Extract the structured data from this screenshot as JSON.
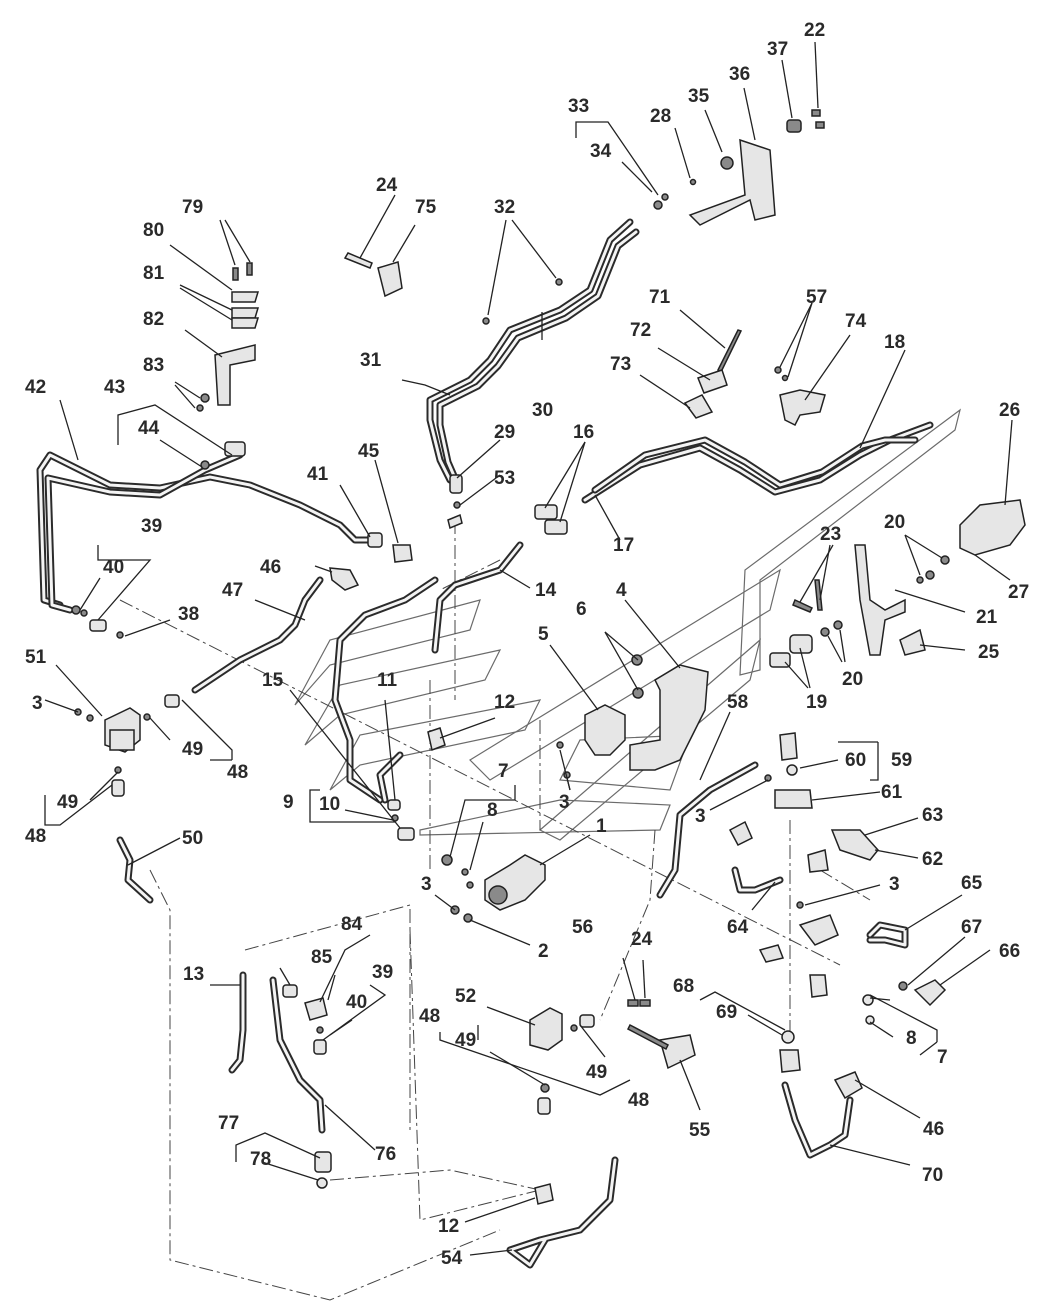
{
  "callouts": [
    {
      "id": "c1",
      "text": "1"
    },
    {
      "id": "c2",
      "text": "2"
    },
    {
      "id": "c3a",
      "text": "3"
    },
    {
      "id": "c3b",
      "text": "3"
    },
    {
      "id": "c3c",
      "text": "3"
    },
    {
      "id": "c3d",
      "text": "3"
    },
    {
      "id": "c3e",
      "text": "3"
    },
    {
      "id": "c4",
      "text": "4"
    },
    {
      "id": "c5",
      "text": "5"
    },
    {
      "id": "c6",
      "text": "6"
    },
    {
      "id": "c7a",
      "text": "7"
    },
    {
      "id": "c7b",
      "text": "7"
    },
    {
      "id": "c8a",
      "text": "8"
    },
    {
      "id": "c8b",
      "text": "8"
    },
    {
      "id": "c9",
      "text": "9"
    },
    {
      "id": "c10",
      "text": "10"
    },
    {
      "id": "c11",
      "text": "11"
    },
    {
      "id": "c12a",
      "text": "12"
    },
    {
      "id": "c12b",
      "text": "12"
    },
    {
      "id": "c13",
      "text": "13"
    },
    {
      "id": "c14",
      "text": "14"
    },
    {
      "id": "c15",
      "text": "15"
    },
    {
      "id": "c16",
      "text": "16"
    },
    {
      "id": "c17",
      "text": "17"
    },
    {
      "id": "c18",
      "text": "18"
    },
    {
      "id": "c19",
      "text": "19"
    },
    {
      "id": "c20a",
      "text": "20"
    },
    {
      "id": "c20b",
      "text": "20"
    },
    {
      "id": "c21",
      "text": "21"
    },
    {
      "id": "c22",
      "text": "22"
    },
    {
      "id": "c23",
      "text": "23"
    },
    {
      "id": "c24a",
      "text": "24"
    },
    {
      "id": "c24b",
      "text": "24"
    },
    {
      "id": "c25",
      "text": "25"
    },
    {
      "id": "c26",
      "text": "26"
    },
    {
      "id": "c27",
      "text": "27"
    },
    {
      "id": "c28",
      "text": "28"
    },
    {
      "id": "c29",
      "text": "29"
    },
    {
      "id": "c30",
      "text": "30"
    },
    {
      "id": "c31",
      "text": "31"
    },
    {
      "id": "c32",
      "text": "32"
    },
    {
      "id": "c33",
      "text": "33"
    },
    {
      "id": "c34",
      "text": "34"
    },
    {
      "id": "c35",
      "text": "35"
    },
    {
      "id": "c36",
      "text": "36"
    },
    {
      "id": "c37",
      "text": "37"
    },
    {
      "id": "c38",
      "text": "38"
    },
    {
      "id": "c39a",
      "text": "39"
    },
    {
      "id": "c39b",
      "text": "39"
    },
    {
      "id": "c40a",
      "text": "40"
    },
    {
      "id": "c40b",
      "text": "40"
    },
    {
      "id": "c41",
      "text": "41"
    },
    {
      "id": "c42",
      "text": "42"
    },
    {
      "id": "c43",
      "text": "43"
    },
    {
      "id": "c44",
      "text": "44"
    },
    {
      "id": "c45",
      "text": "45"
    },
    {
      "id": "c46a",
      "text": "46"
    },
    {
      "id": "c46b",
      "text": "46"
    },
    {
      "id": "c47",
      "text": "47"
    },
    {
      "id": "c48a",
      "text": "48"
    },
    {
      "id": "c48b",
      "text": "48"
    },
    {
      "id": "c48c",
      "text": "48"
    },
    {
      "id": "c48d",
      "text": "48"
    },
    {
      "id": "c49a",
      "text": "49"
    },
    {
      "id": "c49b",
      "text": "49"
    },
    {
      "id": "c49c",
      "text": "49"
    },
    {
      "id": "c49d",
      "text": "49"
    },
    {
      "id": "c50",
      "text": "50"
    },
    {
      "id": "c51",
      "text": "51"
    },
    {
      "id": "c52",
      "text": "52"
    },
    {
      "id": "c53",
      "text": "53"
    },
    {
      "id": "c54",
      "text": "54"
    },
    {
      "id": "c55",
      "text": "55"
    },
    {
      "id": "c56",
      "text": "56"
    },
    {
      "id": "c57",
      "text": "57"
    },
    {
      "id": "c58",
      "text": "58"
    },
    {
      "id": "c59",
      "text": "59"
    },
    {
      "id": "c60",
      "text": "60"
    },
    {
      "id": "c61",
      "text": "61"
    },
    {
      "id": "c62",
      "text": "62"
    },
    {
      "id": "c63",
      "text": "63"
    },
    {
      "id": "c64",
      "text": "64"
    },
    {
      "id": "c65",
      "text": "65"
    },
    {
      "id": "c66",
      "text": "66"
    },
    {
      "id": "c67",
      "text": "67"
    },
    {
      "id": "c68",
      "text": "68"
    },
    {
      "id": "c69",
      "text": "69"
    },
    {
      "id": "c70",
      "text": "70"
    },
    {
      "id": "c71",
      "text": "71"
    },
    {
      "id": "c72",
      "text": "72"
    },
    {
      "id": "c73",
      "text": "73"
    },
    {
      "id": "c74",
      "text": "74"
    },
    {
      "id": "c75",
      "text": "75"
    },
    {
      "id": "c76",
      "text": "76"
    },
    {
      "id": "c77",
      "text": "77"
    },
    {
      "id": "c78",
      "text": "78"
    },
    {
      "id": "c79",
      "text": "79"
    },
    {
      "id": "c80",
      "text": "80"
    },
    {
      "id": "c81",
      "text": "81"
    },
    {
      "id": "c82",
      "text": "82"
    },
    {
      "id": "c83",
      "text": "83"
    },
    {
      "id": "c84",
      "text": "84"
    },
    {
      "id": "c85",
      "text": "85"
    }
  ]
}
